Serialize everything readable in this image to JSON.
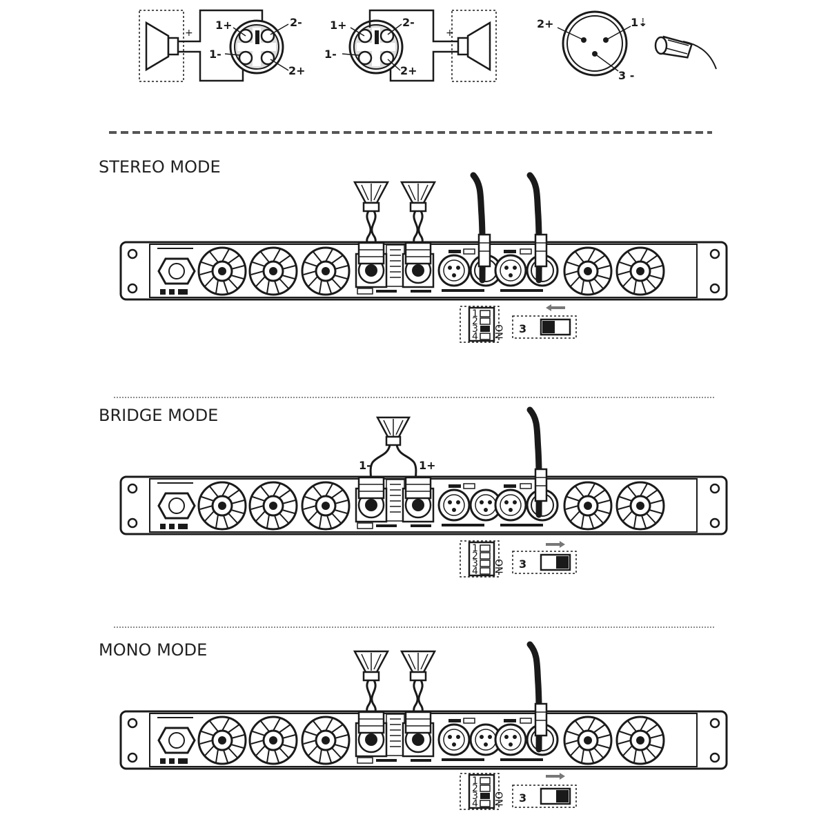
{
  "pinout": {
    "speakon_left": {
      "p1p": "1+",
      "p1m": "1-",
      "p2m": "2-",
      "p2p": "2+",
      "plus": "+"
    },
    "speakon_right": {
      "p1p": "1+",
      "p1m": "1-",
      "p2m": "2-",
      "p2p": "2+",
      "plus": "+"
    },
    "xlr": {
      "p2": "2+",
      "p1": "1⇣",
      "p3": "3 -"
    }
  },
  "modes": [
    {
      "title": "STEREO MODE"
    },
    {
      "title": "BRIDGE MODE",
      "bridge_minus": "1-",
      "bridge_plus": "1+"
    },
    {
      "title": "MONO MODE"
    }
  ],
  "dip_switch": {
    "number": "3",
    "on_label": "ON",
    "keys": [
      "1",
      "2",
      "3",
      "4"
    ]
  }
}
